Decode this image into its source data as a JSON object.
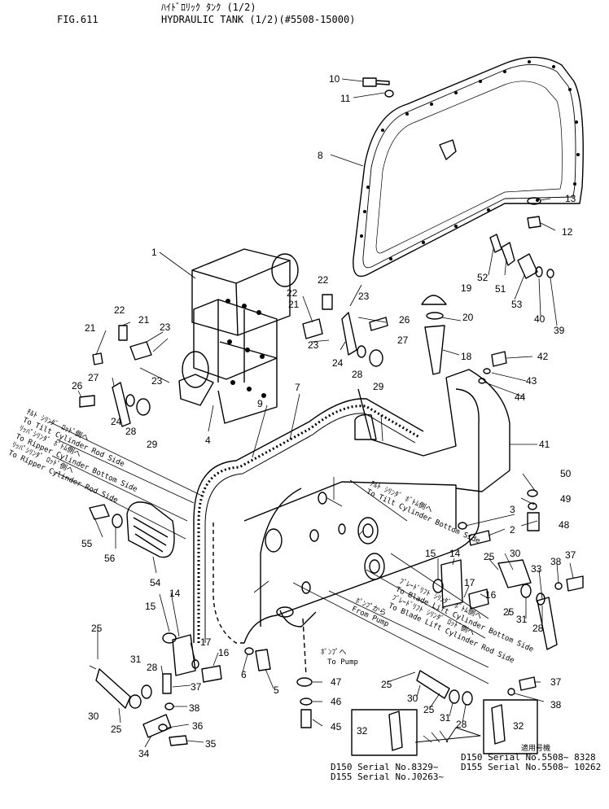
{
  "header": {
    "jp_title": "ﾊｲﾄﾞﾛﾘｯｸ ﾀﾝｸ (1/2)",
    "fig": "FIG.611",
    "title": "HYDRAULIC TANK (1/2)(#5508-15000)"
  },
  "labels": {
    "p1": "1",
    "p2": "2",
    "p3": "3",
    "p4": "4",
    "p5": "5",
    "p6": "6",
    "p7": "7",
    "p8": "8",
    "p9": "9",
    "p10": "10",
    "p11": "11",
    "p12": "12",
    "p13": "13",
    "p14": "14",
    "p15": "15",
    "p16": "16",
    "p17": "17",
    "p18": "18",
    "p19": "19",
    "p20": "20",
    "p21": "21",
    "p22": "22",
    "p23": "23",
    "p24": "24",
    "p25": "25",
    "p26": "26",
    "p27": "27",
    "p28": "28",
    "p29": "29",
    "p30": "30",
    "p31": "31",
    "p32": "32",
    "p33": "33",
    "p34": "34",
    "p35": "35",
    "p36": "36",
    "p37": "37",
    "p38": "38",
    "p39": "39",
    "p40": "40",
    "p41": "41",
    "p42": "42",
    "p43": "43",
    "p44": "44",
    "p45": "45",
    "p46": "46",
    "p47": "47",
    "p48": "48",
    "p49": "49",
    "p50": "50",
    "p51": "51",
    "p52": "52",
    "p53": "53",
    "p54": "54",
    "p55": "55",
    "p56": "56"
  },
  "annotations": {
    "tilt_rod_jp": "ﾁﾙﾄ ｼﾘﾝﾀﾞ ﾛｯﾄﾞ側へ",
    "tilt_rod": "To Tilt Cylinder Rod Side",
    "ripper_bottom_jp": "ﾘｯﾊﾟｼﾘﾝﾀﾞ ﾎﾞﾄﾑ側へ",
    "ripper_bottom": "To Ripper Cylinder Bottom Side",
    "ripper_rod_jp": "ﾘｯﾊﾟｼﾘﾝﾀﾞ ﾛｯﾄﾞ側へ",
    "ripper_rod": "To Ripper Cylinder Rod Side",
    "tilt_bottom_jp": "ﾁﾙﾄ ｼﾘﾝﾀﾞ ﾎﾞﾄﾑ側へ",
    "tilt_bottom": "To Tilt Cylinder Bottom Side",
    "blade_bottom_jp": "ﾌﾞﾚｰﾄﾞﾘﾌﾄ ｼﾘﾝﾀﾞ ﾎﾞﾄﾑ側へ",
    "blade_bottom": "To Blade Lift Cylinder Bottom Side",
    "blade_rod_jp": "ﾌﾞﾚｰﾄﾞﾘﾌﾄ ｼﾘﾝﾀﾞ ﾛｯﾄﾞ側へ",
    "blade_rod": "To Blade Lift Cylinder Rod Side",
    "from_pump_jp": "ﾎﾟﾝﾌﾟから",
    "from_pump": "From Pump",
    "to_pump_jp": "ﾎﾟﾝﾌﾟへ",
    "to_pump": "To Pump"
  },
  "serials": {
    "left_line1": "D150 Serial No.8329~",
    "left_line2": "D155 Serial No.J0263~",
    "right_head": "適用号機",
    "right_line1": "D150 Serial No.5508~ 8328",
    "right_line2": "D155 Serial No.5508~ 10262"
  }
}
